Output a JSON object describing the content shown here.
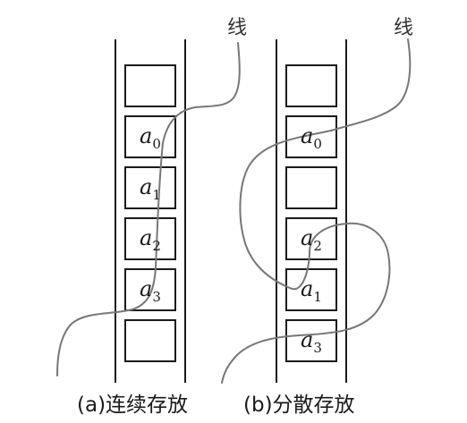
{
  "panel_a": {
    "thread_label": "线",
    "caption": "(a)连续存放",
    "cells": [
      {
        "letter": "",
        "index": ""
      },
      {
        "letter": "a",
        "index": "0"
      },
      {
        "letter": "a",
        "index": "1"
      },
      {
        "letter": "a",
        "index": "2"
      },
      {
        "letter": "a",
        "index": "3"
      },
      {
        "letter": "",
        "index": ""
      }
    ]
  },
  "panel_b": {
    "thread_label": "线",
    "caption": "(b)分散存放",
    "cells": [
      {
        "letter": "",
        "index": ""
      },
      {
        "letter": "a",
        "index": "0"
      },
      {
        "letter": "",
        "index": ""
      },
      {
        "letter": "a",
        "index": "2"
      },
      {
        "letter": "a",
        "index": "1"
      },
      {
        "letter": "a",
        "index": "3"
      }
    ]
  }
}
